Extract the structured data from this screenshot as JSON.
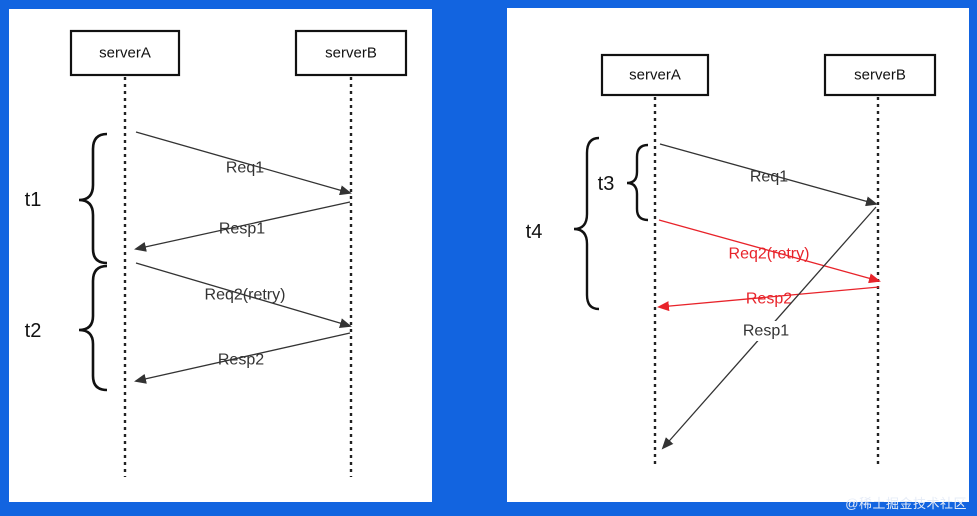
{
  "colors": {
    "background": "#1264e0",
    "panel": "#ffffff",
    "stroke": "#111111",
    "arrow_dark": "#333333",
    "arrow_red": "#e8232a"
  },
  "left_diagram": {
    "participants": [
      "serverA",
      "serverB"
    ],
    "messages": [
      {
        "label": "Req1",
        "color": "dark"
      },
      {
        "label": "Resp1",
        "color": "dark"
      },
      {
        "label": "Req2(retry)",
        "color": "dark"
      },
      {
        "label": "Resp2",
        "color": "dark"
      }
    ],
    "intervals": [
      "t1",
      "t2"
    ]
  },
  "right_diagram": {
    "participants": [
      "serverA",
      "serverB"
    ],
    "messages": [
      {
        "label": "Req1",
        "color": "dark"
      },
      {
        "label": "Req2(retry)",
        "color": "red"
      },
      {
        "label": "Resp2",
        "color": "red"
      },
      {
        "label": "Resp1",
        "color": "dark"
      }
    ],
    "intervals": [
      "t3",
      "t4"
    ]
  },
  "watermark": "@稀土掘金技术社区"
}
